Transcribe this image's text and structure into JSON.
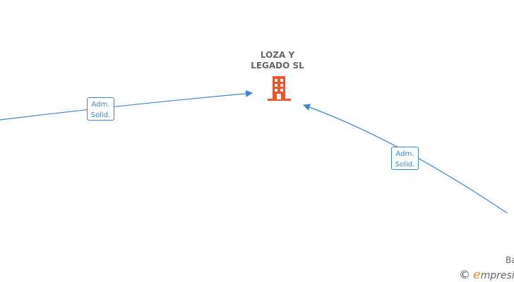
{
  "company": {
    "name_line1": "LOZA Y",
    "name_line2": "LEGADO  SL",
    "icon": "building-icon",
    "icon_color": "#f0552c"
  },
  "edges": [
    {
      "label_line1": "Adm.",
      "label_line2": "Solid."
    },
    {
      "label_line1": "Adm.",
      "label_line2": "Solid."
    }
  ],
  "cut_label": "Ba",
  "watermark": {
    "copyright": "©",
    "brand_initial": "e",
    "brand_rest": "mpresia"
  },
  "colors": {
    "edge": "#3d85d4",
    "label": "#666666",
    "brand": "#f08a24"
  }
}
